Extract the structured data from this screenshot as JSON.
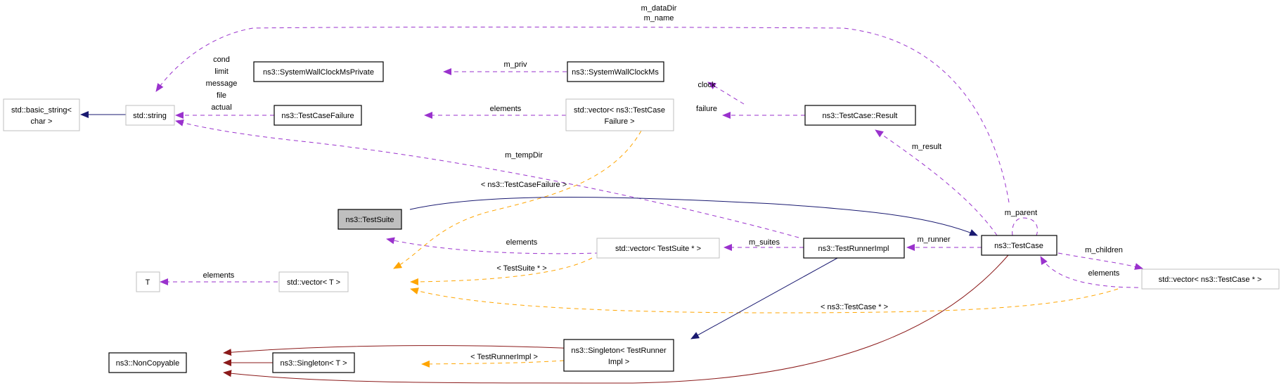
{
  "title": "ns3::TestSuite collaboration diagram",
  "colors": {
    "member_edge": "#9a32cd",
    "template_edge": "#ffa500",
    "public_inheritance": "#191970",
    "private_inheritance": "#8b1a1a",
    "focus_node_fill": "#bfbfbf",
    "documented_border": "#000000",
    "undocumented_border": "#bfbfbf"
  },
  "nodes": {
    "basic_string": {
      "lines": [
        "std::basic_string<",
        "char >"
      ]
    },
    "string": {
      "lines": [
        "std::string"
      ]
    },
    "wallclock_private": {
      "lines": [
        "ns3::SystemWallClockMsPrivate"
      ]
    },
    "wallclock": {
      "lines": [
        "ns3::SystemWallClockMs"
      ]
    },
    "testcase_failure": {
      "lines": [
        "ns3::TestCaseFailure"
      ]
    },
    "vector_failure": {
      "lines": [
        "std::vector< ns3::TestCase",
        "Failure >"
      ]
    },
    "testcase_result": {
      "lines": [
        "ns3::TestCase::Result"
      ]
    },
    "testsuite": {
      "lines": [
        "ns3::TestSuite"
      ]
    },
    "vector_testsuite": {
      "lines": [
        "std::vector< TestSuite * >"
      ]
    },
    "testrunnerimpl": {
      "lines": [
        "ns3::TestRunnerImpl"
      ]
    },
    "testcase": {
      "lines": [
        "ns3::TestCase"
      ]
    },
    "vector_testcase": {
      "lines": [
        "std::vector< ns3::TestCase * >"
      ]
    },
    "t": {
      "lines": [
        "T"
      ]
    },
    "vector_t": {
      "lines": [
        "std::vector< T >"
      ]
    },
    "noncopyable": {
      "lines": [
        "ns3::NonCopyable"
      ]
    },
    "singleton_t": {
      "lines": [
        "ns3::Singleton< T >"
      ]
    },
    "singleton_runner": {
      "lines": [
        "ns3::Singleton< TestRunner",
        "Impl >"
      ]
    }
  },
  "edge_labels": {
    "testcase_to_string": [
      "m_dataDir",
      "m_name"
    ],
    "failure_to_string": [
      "cond",
      "limit",
      "message",
      "file",
      "actual"
    ],
    "wallclock_to_private": [
      "m_priv"
    ],
    "result_to_wallclock": [
      "clock"
    ],
    "vecfailure_to_failure": [
      "elements"
    ],
    "result_to_vecfailure": [
      "failure"
    ],
    "runner_to_string": [
      "m_tempDir"
    ],
    "vecfailure_template": [
      "< ns3::TestCaseFailure >"
    ],
    "testcase_to_result": [
      "m_result"
    ],
    "testcase_self": [
      "m_parent"
    ],
    "vecsuite_to_suite": [
      "elements"
    ],
    "runner_to_vecsuite": [
      "m_suites"
    ],
    "testcase_to_runner": [
      "m_runner"
    ],
    "testcase_to_veccase": [
      "m_children"
    ],
    "veccase_to_testcase": [
      "elements"
    ],
    "vect_to_t": [
      "elements"
    ],
    "vecsuite_template": [
      "< TestSuite * >"
    ],
    "veccase_template": [
      "< ns3::TestCase * >"
    ],
    "singleton_runner_template": [
      "< TestRunnerImpl >"
    ]
  }
}
